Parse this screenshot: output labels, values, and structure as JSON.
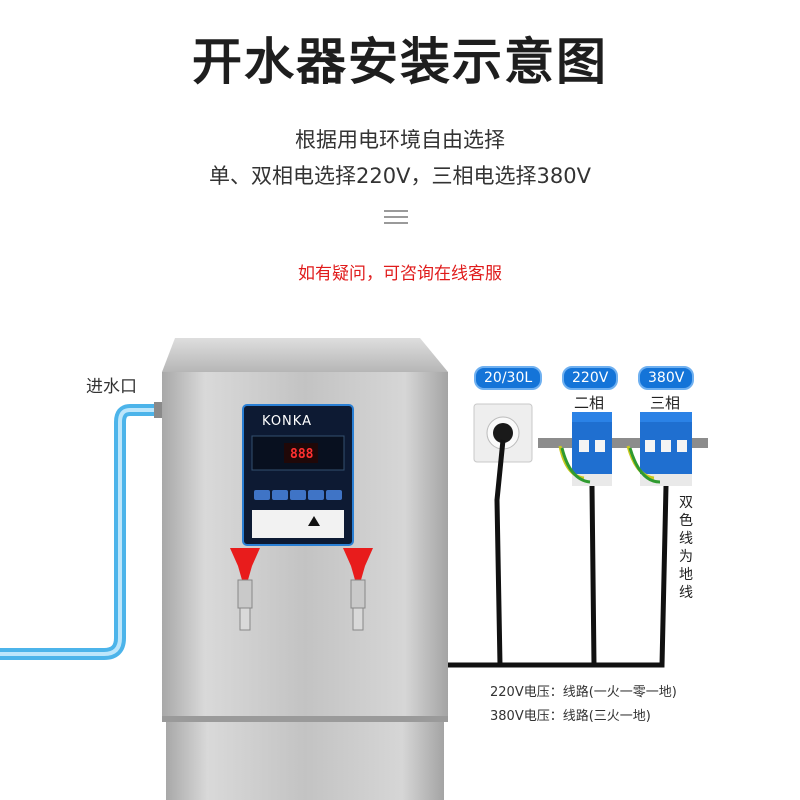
{
  "title": "开水器安装示意图",
  "subtitle_1": "根据用电环境自由选择",
  "subtitle_2": "单、双相电选择220V，三相电选择380V",
  "notice": "如有疑问，可咨询在线客服",
  "inlet_label": "进水口",
  "badges": [
    "20/30L",
    "220V",
    "380V"
  ],
  "phase_labels": [
    "二相",
    "三相"
  ],
  "ground_note": "双色线为地线",
  "voltage_notes": [
    "220V电压：线路(一火一零一地)",
    "380V电压：线路(三火一地)"
  ],
  "product": {
    "brand": "KONKA",
    "display": "888"
  },
  "colors": {
    "accent_red": "#e01b1b",
    "badge_blue": "#1474d8",
    "pipe_blue": "#4cb4ea",
    "breaker_blue": "#1f6fd0"
  }
}
